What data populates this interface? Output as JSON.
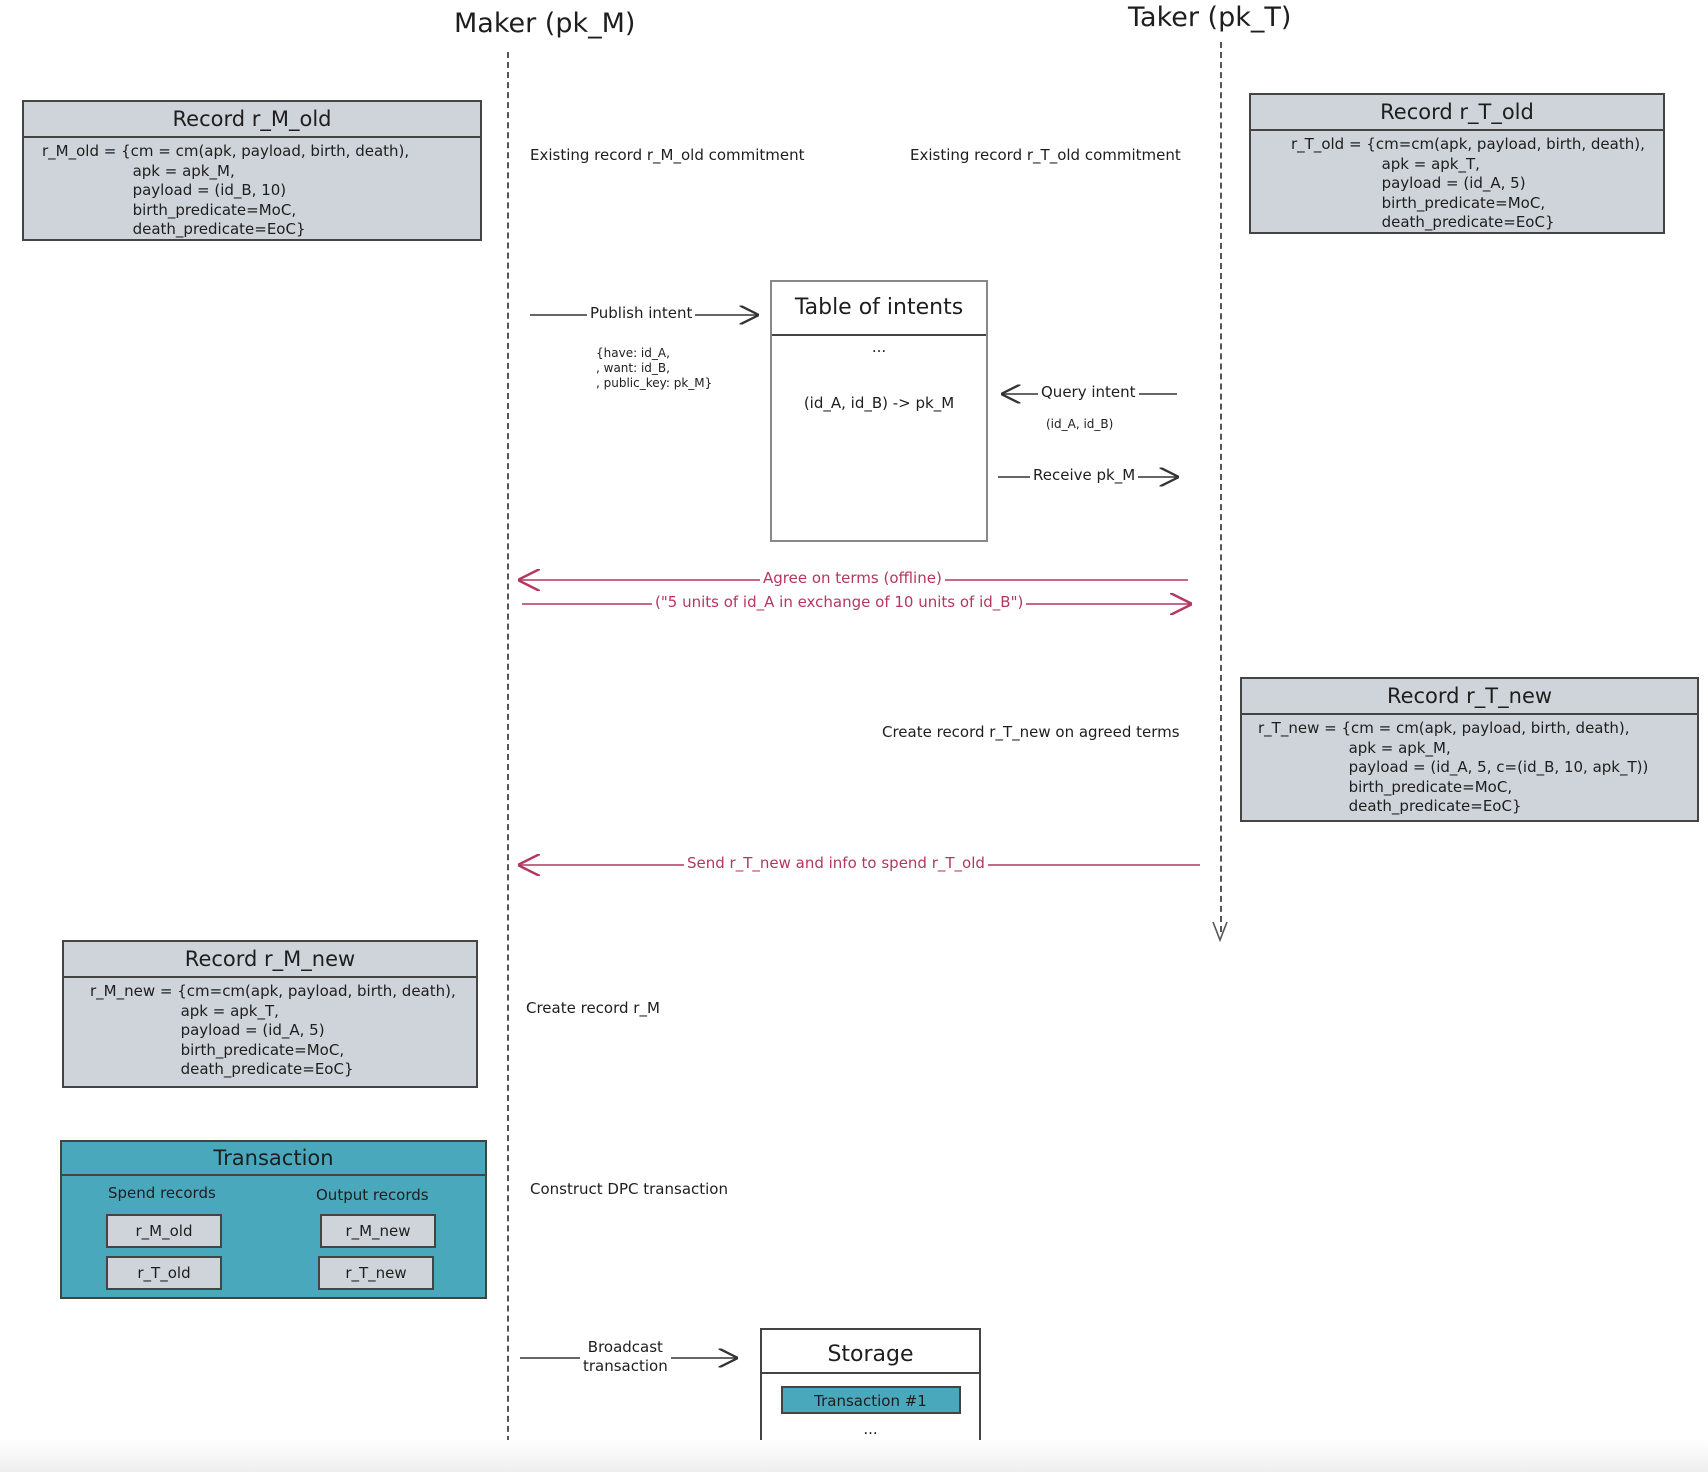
{
  "lifelines": {
    "maker": "Maker (pk_M)",
    "taker": "Taker (pk_T)"
  },
  "boxes": {
    "r_m_old": {
      "title": "Record r_M_old",
      "body": "r_M_old = {cm = cm(apk, payload, birth, death),\n                   apk = apk_M,\n                   payload = (id_B, 10)\n                   birth_predicate=MoC,\n                   death_predicate=EoC}"
    },
    "r_t_old": {
      "title": "Record r_T_old",
      "body": "r_T_old = {cm=cm(apk, payload, birth, death),\n                   apk = apk_T,\n                   payload = (id_A, 5)\n                   birth_predicate=MoC,\n                   death_predicate=EoC}"
    },
    "r_t_new": {
      "title": "Record r_T_new",
      "body": "r_T_new = {cm = cm(apk, payload, birth, death),\n                   apk = apk_M,\n                   payload = (id_A, 5, c=(id_B, 10, apk_T))\n                   birth_predicate=MoC,\n                   death_predicate=EoC}"
    },
    "r_m_new": {
      "title": "Record r_M_new",
      "body": "r_M_new = {cm=cm(apk, payload, birth, death),\n                   apk = apk_T,\n                   payload = (id_A, 5)\n                   birth_predicate=MoC,\n                   death_predicate=EoC}"
    }
  },
  "notes": {
    "maker_existing": "Existing record r_M_old commitment",
    "taker_existing": "Existing record r_T_old commitment",
    "create_t_new": "Create record r_T_new on agreed terms",
    "create_m": "Create record r_M",
    "construct_tx": "Construct DPC transaction"
  },
  "intents": {
    "table_title": "Table of intents",
    "ellipsis": "...",
    "entry": "(id_A, id_B) -> pk_M",
    "publish_label": "Publish intent",
    "publish_payload": "{have: id_A,\n, want: id_B,\n, public_key: pk_M}",
    "query_label": "Query intent",
    "query_payload": "(id_A, id_B)",
    "receive_label": "Receive pk_M"
  },
  "messages": {
    "agree": "Agree on terms (offline)",
    "terms": "(\"5 units of id_A in exchange of 10 units of id_B\")",
    "send": "Send r_T_new and info to spend r_T_old"
  },
  "transaction": {
    "title": "Transaction",
    "spend_header": "Spend records",
    "output_header": "Output records",
    "spend": [
      "r_M_old",
      "r_T_old"
    ],
    "output": [
      "r_M_new",
      "r_T_new"
    ]
  },
  "storage": {
    "broadcast_label": "Broadcast\ntransaction",
    "title": "Storage",
    "item": "Transaction #1",
    "ellipsis": "..."
  },
  "colors": {
    "record_fill": "#ced4da",
    "transaction_fill": "#4aa8bd",
    "message_color": "#b5365f",
    "stroke": "#444444"
  }
}
